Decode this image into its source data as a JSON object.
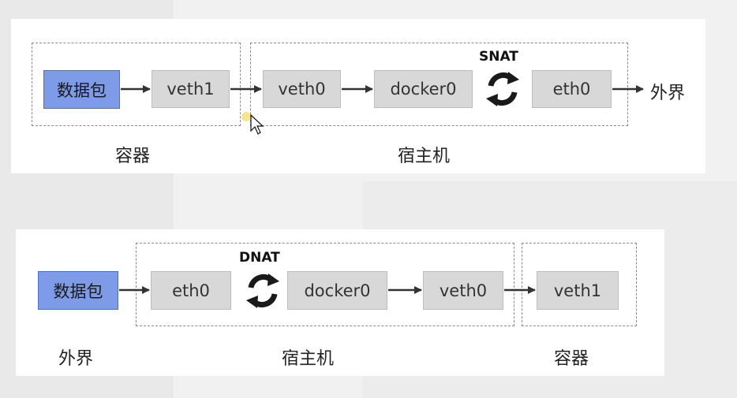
{
  "colors": {
    "packet_fill": "#7d9be6",
    "node_fill": "#d8d8d8",
    "arrow": "#333333",
    "dashed_border": "#8a8a8a"
  },
  "top": {
    "packet": "数据包",
    "container_nodes": [
      "veth1"
    ],
    "host_nodes": [
      "veth0",
      "docker0",
      "eth0"
    ],
    "nat_label": "SNAT",
    "nat_icon": "cycle-arrows-icon",
    "destination": "外界",
    "container_caption": "容器",
    "host_caption": "宿主机"
  },
  "bottom": {
    "packet": "数据包",
    "host_nodes": [
      "eth0",
      "docker0",
      "veth0"
    ],
    "container_nodes": [
      "veth1"
    ],
    "nat_label": "DNAT",
    "nat_icon": "cycle-arrows-icon",
    "source_caption": "外界",
    "host_caption": "宿主机",
    "container_caption": "容器"
  }
}
